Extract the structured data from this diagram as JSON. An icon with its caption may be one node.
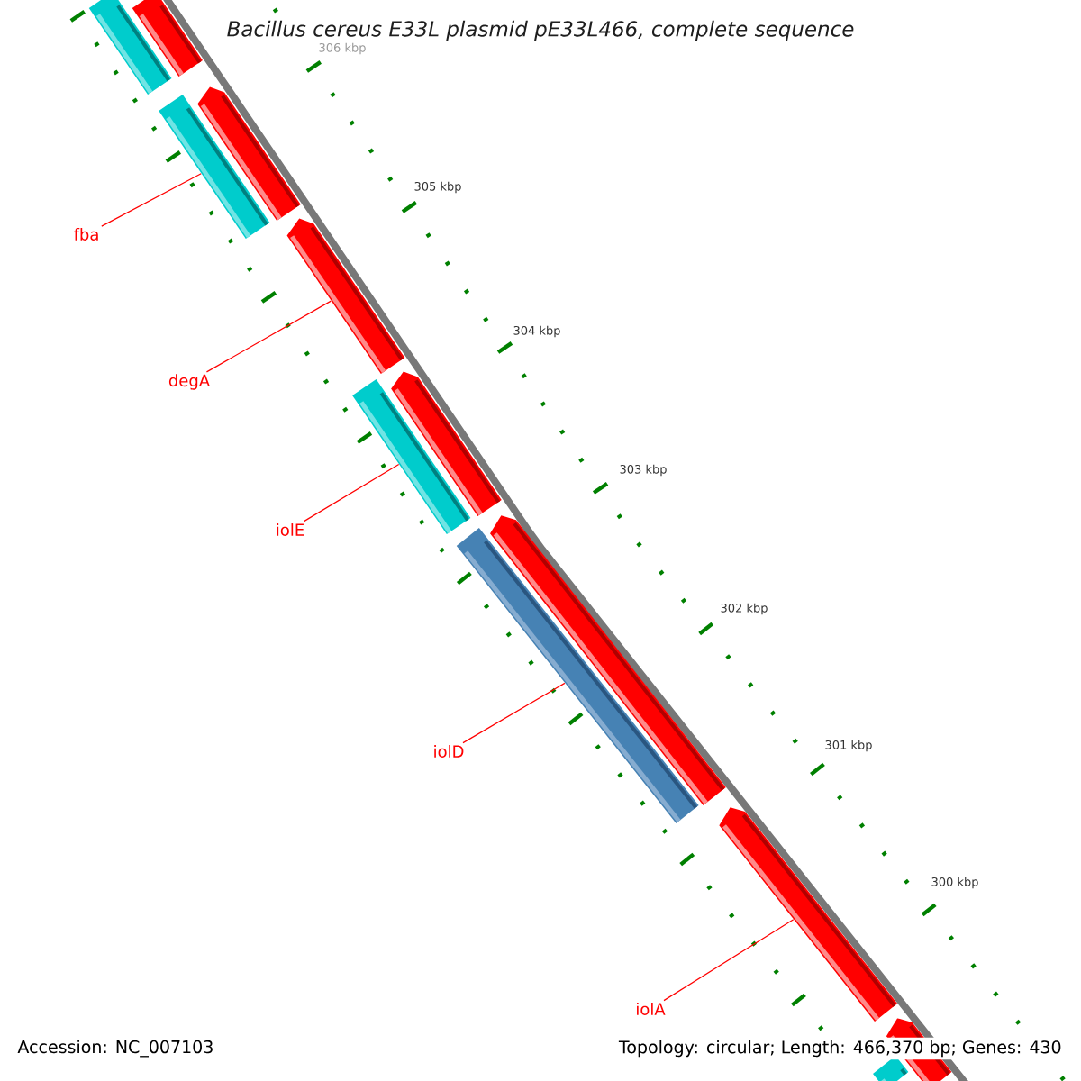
{
  "diagram": {
    "title": "Bacillus cereus E33L plasmid pE33L466, complete sequence",
    "nodes": [
      {
        "text": [],
        "shape": "bar"
      },
      {
        "text": [],
        "shape": "bar"
      },
      {
        "text": [],
        "shape": "bar"
      },
      {
        "text": [],
        "shape": "bar"
      },
      {
        "text": [],
        "shape": "bar"
      },
      {
        "text": [],
        "shape": "bar"
      },
      {
        "text": [],
        "shape": "bar"
      },
      {
        "text": [],
        "shape": "bar"
      },
      {
        "text": [],
        "shape": "bar"
      },
      {
        "text": [],
        "shape": "bar"
      },
      {
        "text": [],
        "shape": "bar"
      },
      {
        "text": [],
        "shape": "bar"
      },
      {
        "text": [
          "fba"
        ]
      },
      {
        "text": [
          "degA"
        ]
      },
      {
        "text": [
          "iolE"
        ]
      },
      {
        "text": [
          "iolD"
        ]
      },
      {
        "text": [
          "iolA"
        ]
      }
    ],
    "edges": [
      {
        "from": 12,
        "to": 3,
        "arrow": "none"
      },
      {
        "from": 13,
        "to": 4,
        "arrow": "none"
      },
      {
        "from": 14,
        "to": 6,
        "arrow": "none"
      },
      {
        "from": 15,
        "to": 8,
        "arrow": "none"
      },
      {
        "from": 16,
        "to": 9,
        "arrow": "none"
      }
    ],
    "labels": [
      "306 kbp",
      "305 kbp",
      "304 kbp",
      "303 kbp",
      "302 kbp",
      "301 kbp",
      "300 kbp",
      "Accession: NC_007103",
      "Topology: circular; Length: 466,370 bp; Genes: 430"
    ]
  }
}
